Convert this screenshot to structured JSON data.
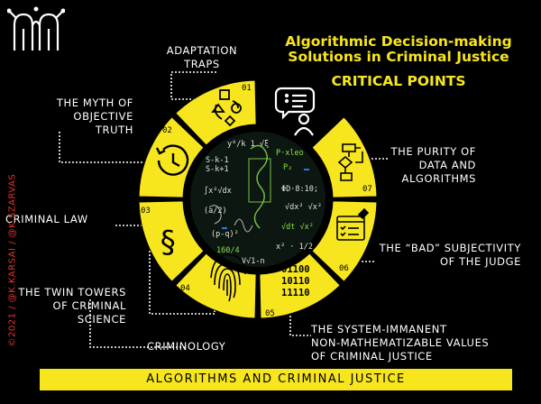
{
  "title": {
    "line1": "Algorithmic Decision-making",
    "line2": "Solutions in Criminal Justice",
    "line3": "CRITICAL POINTS"
  },
  "labels": {
    "adaptation": [
      "ADAPTATION",
      "TRAPS"
    ],
    "myth": [
      "THE MYTH OF",
      "OBJECTIVE",
      "TRUTH"
    ],
    "criminal_law": "CRIMINAL LAW",
    "twin_towers": [
      "THE TWIN TOWERS",
      "OF CRIMINAL",
      "SCIENCE"
    ],
    "criminology": "CRIMINOLOGY",
    "purity": [
      "THE PURITY OF",
      "DATA AND",
      "ALGORITHMS"
    ],
    "bad_subjectivity": [
      "THE “BAD” SUBJECTIVITY",
      "OF THE JUDGE"
    ],
    "system_immanent": [
      "THE SYSTEM-IMMANENT",
      "NON-MATHEMATIZABLE VALUES",
      "OF CRIMINAL JUSTICE"
    ]
  },
  "segment_numbers": [
    "01",
    "02",
    "03",
    "04",
    "05",
    "06",
    "07"
  ],
  "binary": [
    "01100",
    "10110",
    "11110"
  ],
  "footer": "ALGORITHMS AND CRIMINAL JUSTICE",
  "credit": "©2021 / @K.KARSAI / @K.SZARVAS",
  "colors": {
    "accent": "#f7e61e",
    "background": "#000000",
    "credit": "#e8342a"
  },
  "icons": [
    "logo-icon",
    "adaptation-cycle-icon",
    "speech-user-icon",
    "history-clock-icon",
    "paragraph-icon",
    "fingerprint-icon",
    "flowchart-icon",
    "browser-checklist-icon"
  ]
}
